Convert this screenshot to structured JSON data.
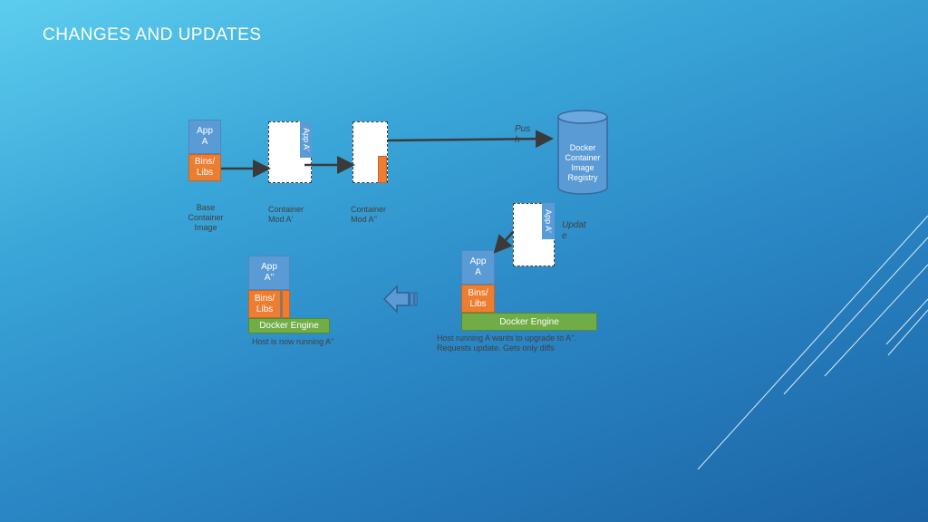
{
  "slide": {
    "title": "CHANGES AND UPDATES"
  },
  "base_image": {
    "app_label": "App\nA",
    "bins_label": "Bins/\nLibs",
    "caption": "Base\nContainer\nImage"
  },
  "container_mod_a1": {
    "app_label": "App A'",
    "caption": "Container\nMod A'"
  },
  "container_mod_a2": {
    "caption": "Container\nMod A''"
  },
  "registry": {
    "label": "Docker\nContainer\nImage\nRegistry",
    "push_label": "Pus\nh",
    "update_label": "Updat\ne"
  },
  "update_container": {
    "app_label": "App A'"
  },
  "host_right": {
    "app_label": "App\nA",
    "bins_label": "Bins/\nLibs",
    "engine_label": "Docker Engine",
    "caption": "Host running A wants to upgrade to A''.\nRequests update. Gets only diffs"
  },
  "host_left": {
    "app_label": "App\nA''",
    "bins_label": "Bins/\nLibs",
    "engine_label": "Docker Engine",
    "caption": "Host is now running A''"
  },
  "colors": {
    "app_blue": "#5b9bd5",
    "bins_orange": "#ed7d31",
    "engine_green": "#70ad47",
    "title_white": "#ffffff"
  }
}
